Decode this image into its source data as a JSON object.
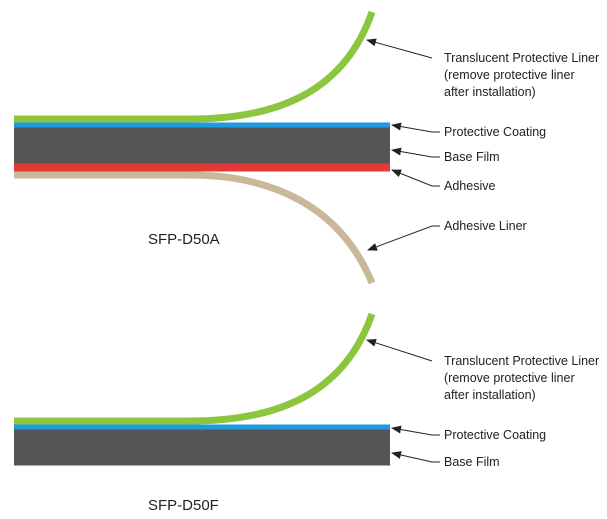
{
  "colors": {
    "liner": "#8cc63f",
    "coating": "#1e9be0",
    "base_film": "#555555",
    "adhesive": "#e53935",
    "adhesive_liner": "#c9b99a",
    "pointer": "#222222"
  },
  "diagrams": [
    {
      "title": "SFP-D50A",
      "labels": {
        "liner": [
          "Translucent Protective Liner",
          "(remove protective liner",
          "after installation)"
        ],
        "coating": "Protective Coating",
        "base_film": "Base Film",
        "adhesive": "Adhesive",
        "adhesive_liner": "Adhesive Liner"
      }
    },
    {
      "title": "SFP-D50F",
      "labels": {
        "liner": [
          "Translucent Protective Liner",
          "(remove protective liner",
          "after installation)"
        ],
        "coating": "Protective Coating",
        "base_film": "Base Film"
      }
    }
  ]
}
